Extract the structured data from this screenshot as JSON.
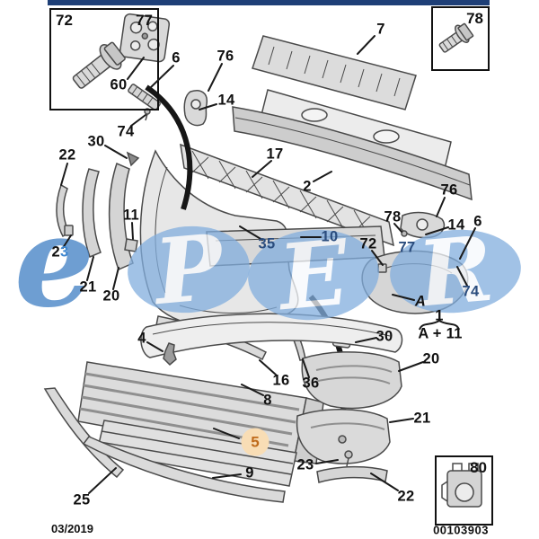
{
  "meta": {
    "date": "03/2019",
    "doc_number": "00103903"
  },
  "watermark": {
    "e": "e",
    "P": "P",
    "E": "E",
    "R": "R"
  },
  "colors": {
    "top_bar": "#1e3f77",
    "label_black": "#111111",
    "link_blue": "#2b4d7e",
    "link_light_blue": "#3f87cf",
    "highlight_bg": "#f8ddb5",
    "highlight_text": "#bf6a1a",
    "watermark_ellipse": "#82aede",
    "watermark_e": "#4a86c8"
  },
  "icons": {
    "box_72_77": "hex-flange-bolt-icon",
    "box_78": "hex-washer-screw-icon",
    "box_80": "cage-nut-clip-icon"
  },
  "boxes": {
    "box1_72": "72",
    "box1_77": "77",
    "box2_78": "78",
    "box3_80": "80"
  },
  "callouts": {
    "c7": "7",
    "c60": "60",
    "c6_top": "6",
    "c76_top": "76",
    "c74_top": "74",
    "c14_top": "14",
    "c30_left": "30",
    "c22_left": "22",
    "c23l_black": "2",
    "c23l_blue": "3",
    "c21_left": "21",
    "c20_left": "20",
    "c11": "11",
    "c17": "17",
    "c2": "2",
    "c35": "35",
    "c10": "10",
    "c72_right": "72",
    "c78_right": "78",
    "c76_right": "76",
    "c14_right": "14",
    "c6_right": "6",
    "c77_right": "77",
    "c74_right": "74",
    "cA": "A",
    "c1": "1",
    "cA_plus_11": "A + 11",
    "c30_right": "30",
    "c16": "16",
    "c36": "36",
    "c8": "8",
    "c4": "4",
    "c5": "5",
    "c9": "9",
    "c25": "25",
    "c20_right": "20",
    "c21_right": "21",
    "c23_right": "23",
    "c22_right": "22"
  }
}
